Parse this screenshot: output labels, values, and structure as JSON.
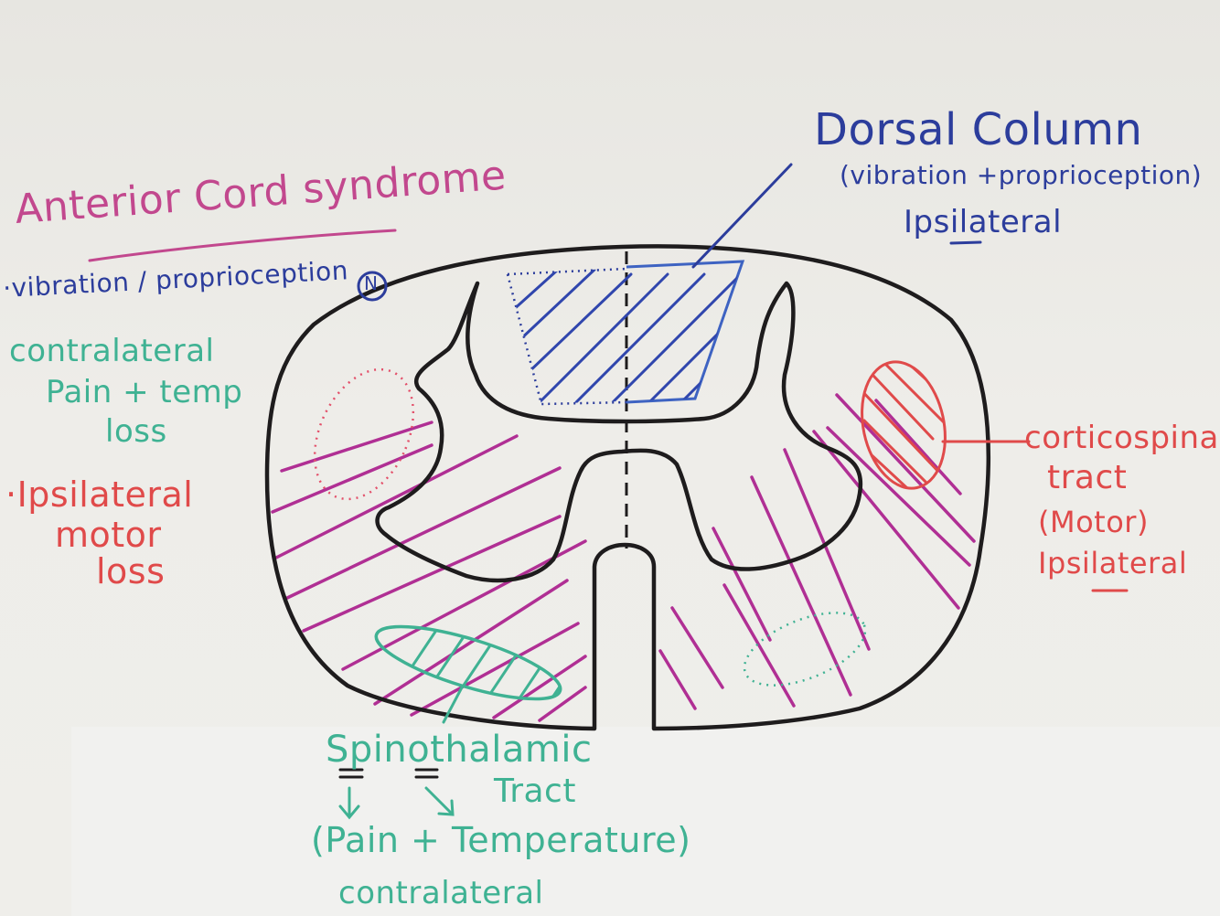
{
  "colors": {
    "ink_black": "#1e1c1d",
    "pink": "#c2488e",
    "magenta": "#b02f94",
    "navy": "#2c3d9c",
    "blue": "#3e63c2",
    "teal": "#3fb293",
    "red": "#e04a4a"
  },
  "title": {
    "line": "Anterior Cord syndrome",
    "word_anterior": "Anterior",
    "word_cord": "Cord",
    "word_syndrome": "syndrome"
  },
  "left_notes": {
    "vibration": "·vibration / proprioception",
    "normal_symbol": "N",
    "contralateral": [
      "contralateral",
      "Pain + temp",
      "loss"
    ],
    "ipsilateral": [
      "·Ipsilateral",
      "motor",
      "loss"
    ]
  },
  "dorsal_column": {
    "title": "Dorsal Column",
    "subtitle": "(vibration +proprioception)",
    "side": "Ipsilateral"
  },
  "corticospinal": {
    "lines": [
      "corticospinal",
      "tract",
      "(Motor)",
      "Ipsilateral"
    ]
  },
  "spinothalamic": {
    "title": "Spinothalamic",
    "tract": "Tract",
    "function": "(Pain + Temperature)",
    "side": "contralateral"
  }
}
